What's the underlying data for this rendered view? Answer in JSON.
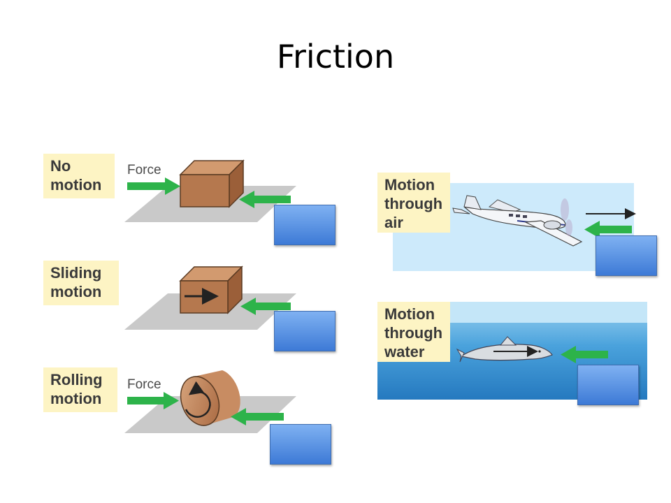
{
  "slide": {
    "title": "Friction"
  },
  "panels": {
    "no_motion": {
      "label": "No\nmotion",
      "force_label": "Force"
    },
    "sliding_motion": {
      "label": "Sliding\nmotion"
    },
    "rolling_motion": {
      "label": "Rolling\nmotion",
      "force_label": "Force"
    },
    "air": {
      "label": "Motion\nthrough\nair"
    },
    "water": {
      "label": "Motion\nthrough\nwater"
    }
  },
  "colors": {
    "label_background": "#fdf4c4",
    "friction_arrow": "#2db34a",
    "box_brown": "#b5784e",
    "sky": "#cdeafb",
    "water": "#2e86c8",
    "answer_box": "#4f8ae0"
  },
  "icons": [
    "force-arrow-icon",
    "friction-arrow-icon",
    "motion-arrow-icon",
    "airplane-icon",
    "dolphin-icon"
  ]
}
